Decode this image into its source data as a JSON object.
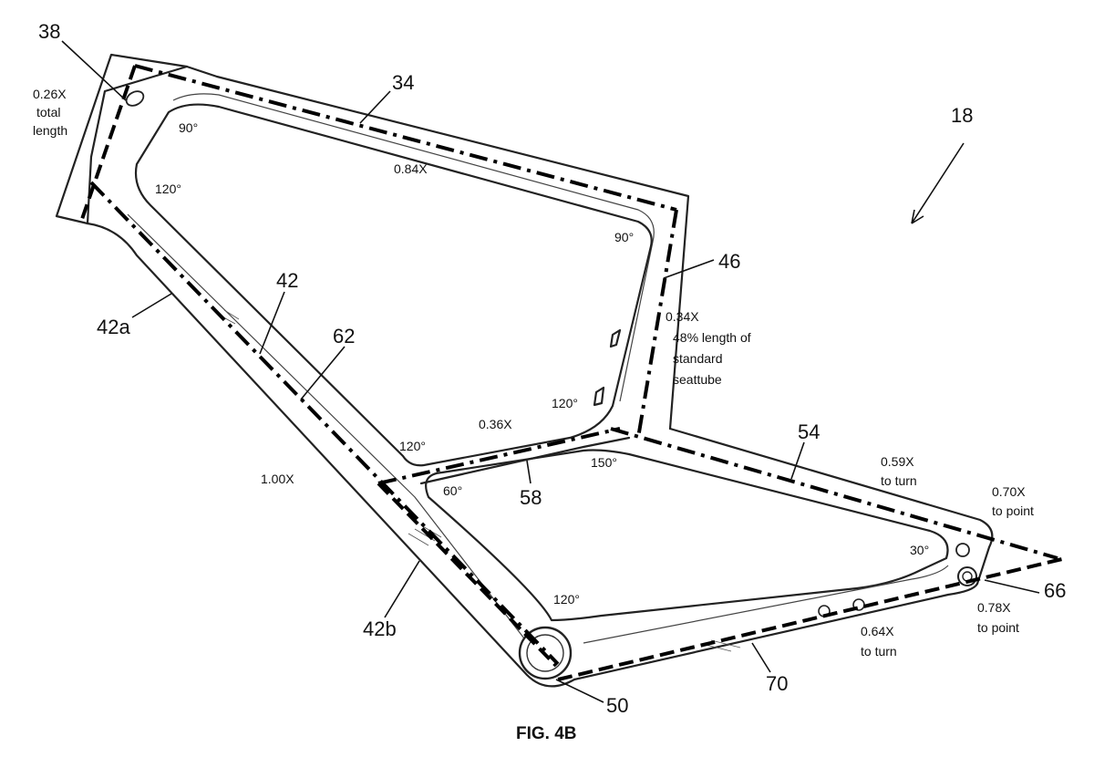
{
  "figure": {
    "caption": "FIG. 4B",
    "reference_numerals": {
      "frame": "18",
      "head_tube": "38",
      "top_tube": "34",
      "seat_tube": "46",
      "down_tube": "42",
      "down_tube_upper": "42a",
      "down_tube_lower": "42b",
      "line_62": "62",
      "strut_58": "58",
      "seat_stay": "54",
      "dropout": "66",
      "bottom_bracket": "50",
      "chain_stay": "70"
    },
    "dimension_labels": {
      "head_tube_ratio": "0.26X",
      "head_tube_line2": "total",
      "head_tube_line3": "length",
      "top_tube_ratio": "0.84X",
      "seat_tube_ratio": "0.34X",
      "seat_tube_line2": "48% length of",
      "seat_tube_line3": "standard",
      "seat_tube_line4": "seattube",
      "down_tube_ratio": "1.00X",
      "strut_ratio": "0.36X",
      "seat_stay_ratio": "0.59X",
      "seat_stay_line2": "to turn",
      "seat_stay_point_ratio": "0.70X",
      "seat_stay_point_line2": "to point",
      "chain_stay_point_ratio": "0.78X",
      "chain_stay_point_line2": "to point",
      "chain_stay_ratio": "0.64X",
      "chain_stay_line2": "to turn"
    },
    "angle_labels": {
      "head_top": "90°",
      "head_down": "120°",
      "top_seat": "90°",
      "seat_strut": "120°",
      "down_strut": "120°",
      "strut_seatstay": "150°",
      "down_lower": "60°",
      "bottom_bracket": "120°",
      "dropout": "30°"
    }
  }
}
